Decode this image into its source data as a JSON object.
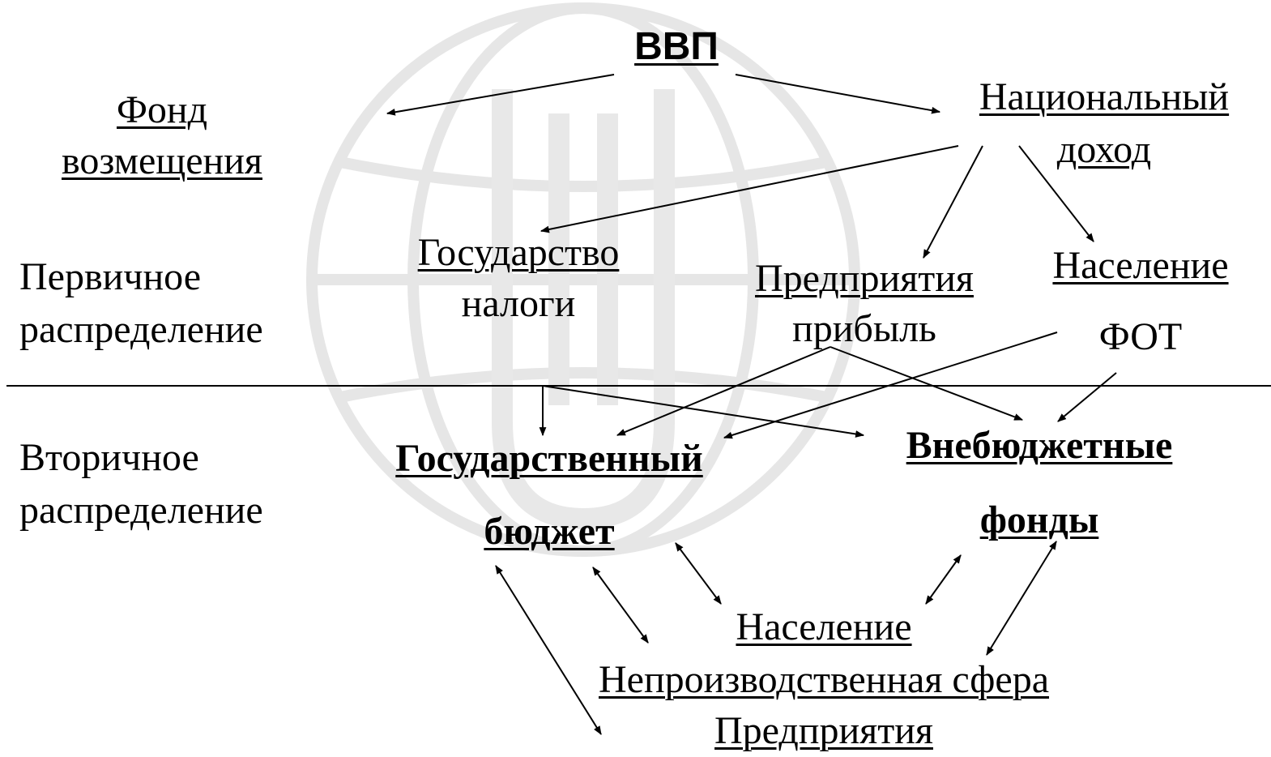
{
  "gdp": "ВВП",
  "replacement_fund": [
    "Фонд",
    "возмещения"
  ],
  "national_income": [
    "Национальный",
    "доход"
  ],
  "primary_distribution": [
    "Первичное",
    "распределение"
  ],
  "secondary_distribution": [
    "Вторичное",
    "распределение"
  ],
  "state": "Государство",
  "taxes": "налоги",
  "enterprises": "Предприятия",
  "profit": "прибыль",
  "population": "Население",
  "payroll": "ФОТ",
  "state_budget": [
    "Государственный",
    "бюджет"
  ],
  "extrabudgetary_funds": [
    "Внебюджетные",
    "фонды"
  ],
  "recipients": [
    "Население",
    "Непроизводственная сфера",
    "Предприятия"
  ]
}
